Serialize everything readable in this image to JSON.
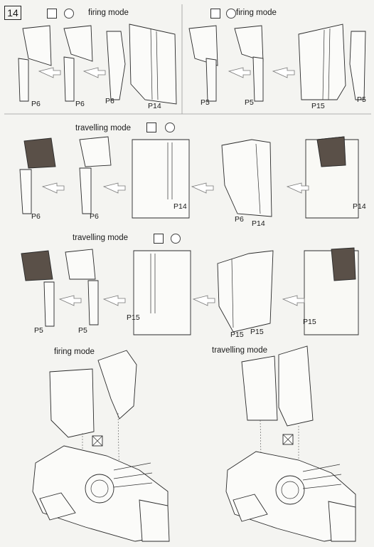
{
  "step_number": "14",
  "section1": {
    "left_mode": "firing mode",
    "right_mode": "firing mode",
    "left_labels": [
      "P6",
      "P6",
      "P6",
      "P14"
    ],
    "right_labels": [
      "P5",
      "P5",
      "P15",
      "P5"
    ]
  },
  "section2": {
    "mode": "travelling mode",
    "labels": [
      "P6",
      "P6",
      "P14",
      "P6",
      "P14",
      "P14"
    ]
  },
  "section3": {
    "mode": "travelling mode",
    "labels": [
      "P5",
      "P5",
      "P15",
      "P15",
      "P15",
      "P15"
    ]
  },
  "section4": {
    "left_mode": "firing mode",
    "right_mode": "travelling mode"
  },
  "icons": [
    "glue-icon",
    "paint-icon",
    "cut-icon",
    "vehicle-icon",
    "do-not-glue-icon"
  ]
}
